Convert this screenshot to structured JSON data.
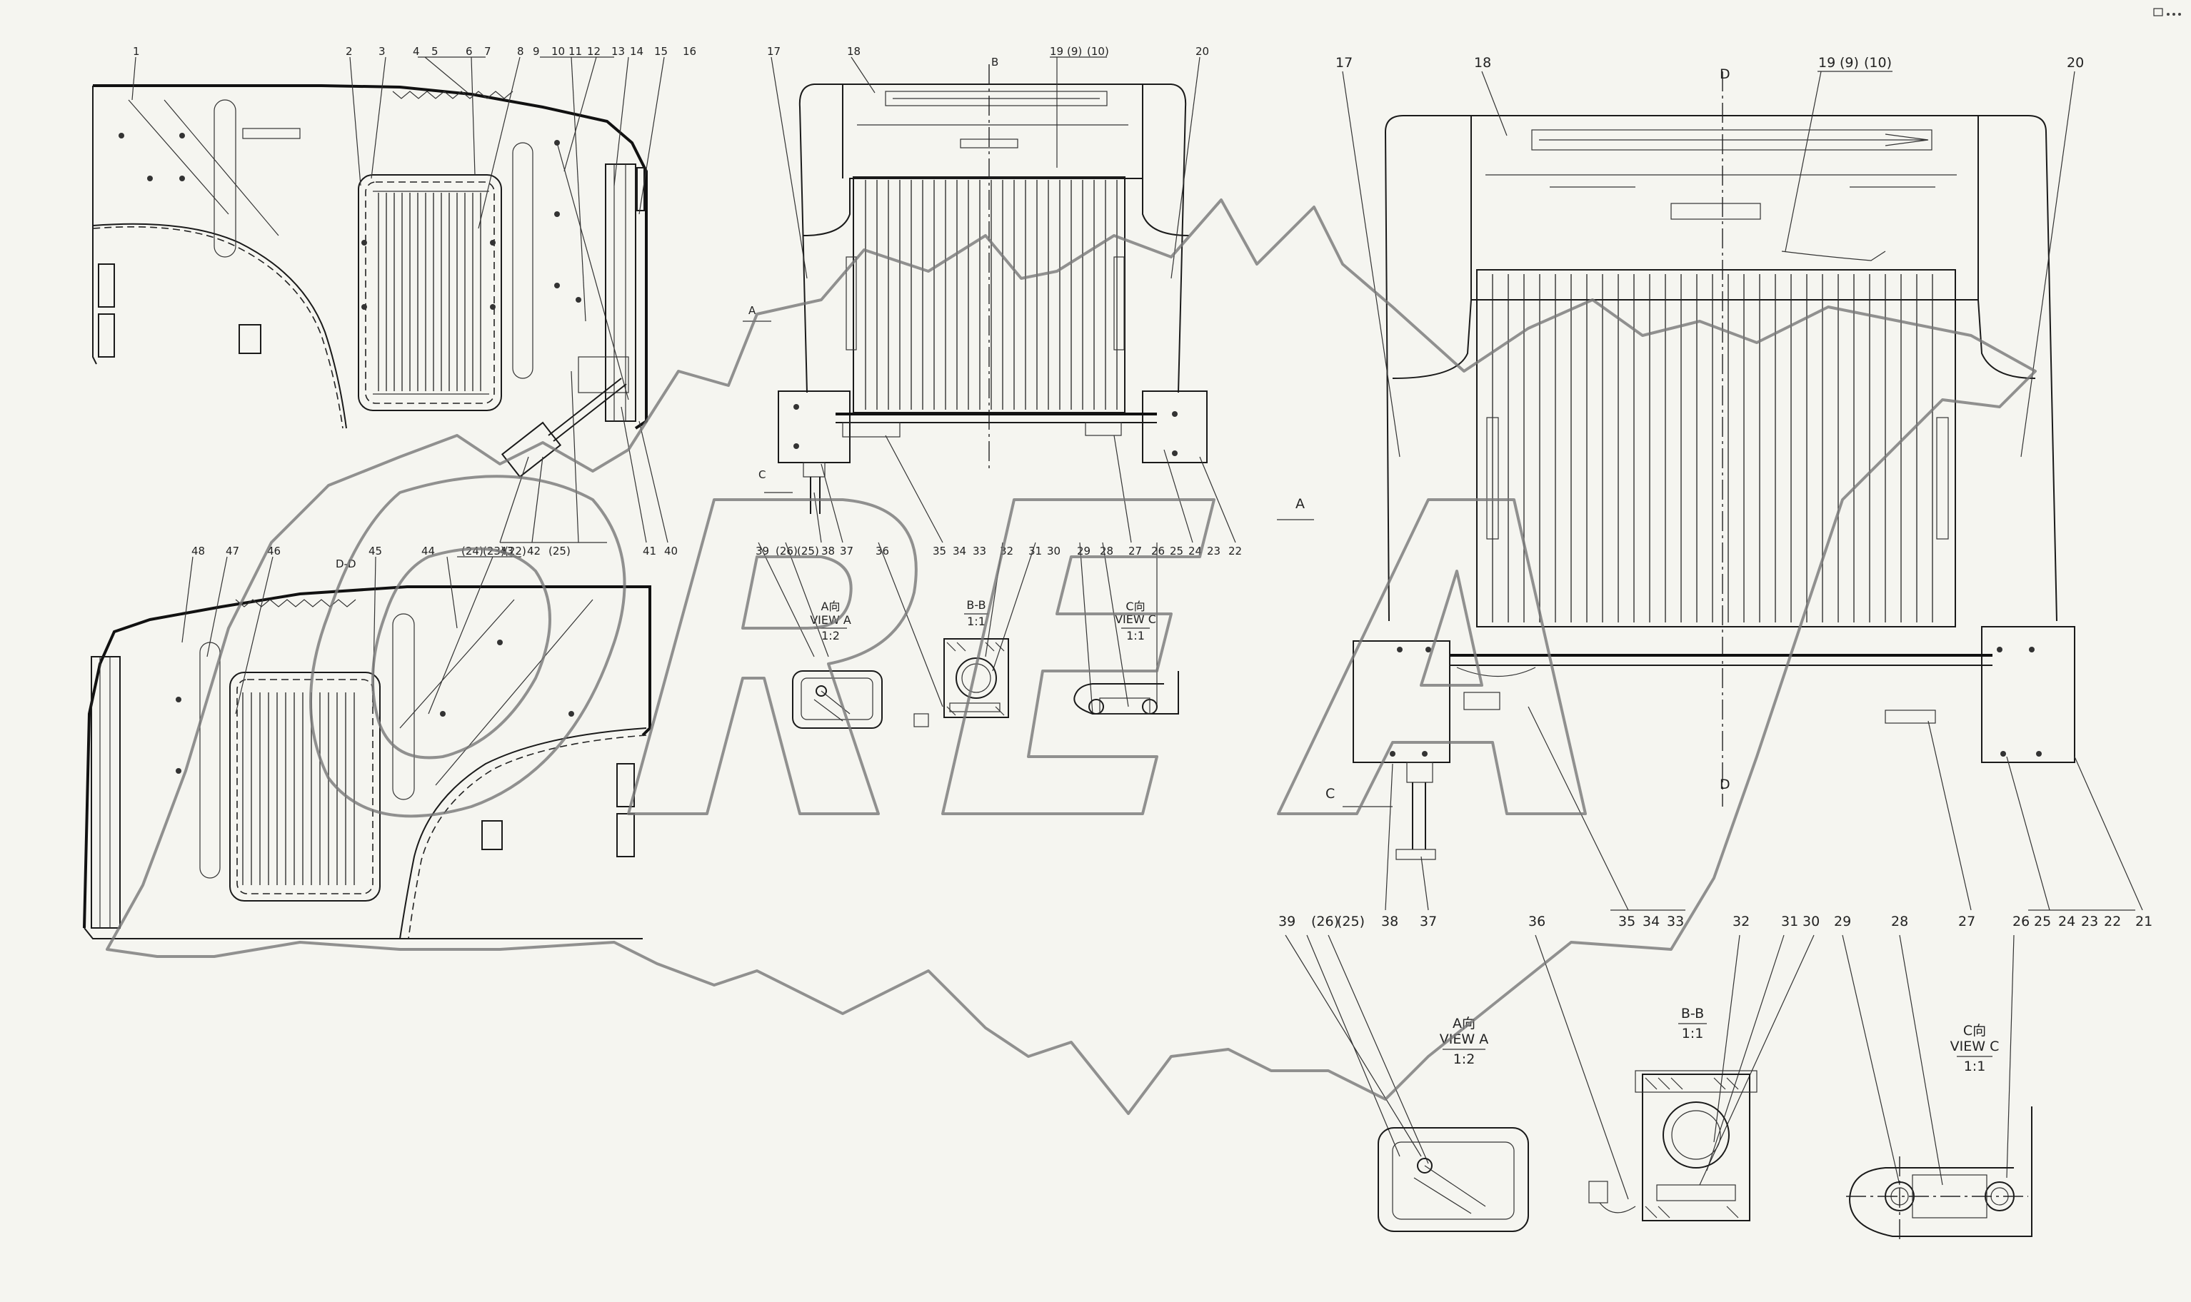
{
  "toolbar": {
    "view_icon": "view-control-icon",
    "menu_glyph": "⋯"
  },
  "views": {
    "side_top": {
      "labels": [
        "1",
        "2",
        "3",
        "4",
        "5",
        "6",
        "7",
        "8",
        "9",
        "10",
        "11",
        "12",
        "13",
        "14",
        "15",
        "16"
      ],
      "bottom_labels": [
        "43",
        "42",
        "(25)",
        "41",
        "40"
      ]
    },
    "side_bottom": {
      "section": "D-D",
      "labels": [
        "48",
        "47",
        "46",
        "45",
        "44",
        "(24)",
        "(23)",
        "(22)"
      ]
    },
    "front_small": {
      "top_labels": [
        "17",
        "18",
        "19",
        "(9)",
        "(10)",
        "20"
      ],
      "section_mark": "B",
      "arrow_a": "A",
      "arrow_c": "C",
      "bottom_labels": [
        "39",
        "(26)",
        "(25)",
        "38",
        "37",
        "36",
        "35",
        "34",
        "33",
        "32",
        "31",
        "30",
        "29",
        "28",
        "27",
        "26",
        "25",
        "24",
        "23",
        "22"
      ]
    },
    "front_large": {
      "top_labels": [
        "17",
        "18",
        "19",
        "(9)",
        "(10)",
        "20"
      ],
      "section_mark": "D",
      "arrow_a": "A",
      "arrow_c": "C",
      "bottom_labels": [
        "38",
        "37",
        "35",
        "34",
        "33",
        "27",
        "26",
        "25",
        "24",
        "23",
        "22",
        "21"
      ],
      "detail_labels": [
        "39",
        "(26)",
        "(25)",
        "36",
        "32",
        "31",
        "30",
        "29",
        "28",
        "26",
        "25"
      ]
    },
    "details": {
      "view_a": {
        "line1": "A向",
        "line2": "VIEW A",
        "scale": "1:2"
      },
      "section_bb": {
        "line1": "B-B",
        "scale": "1:1"
      },
      "view_c": {
        "line1": "C向",
        "line2": "VIEW C",
        "scale": "1:1"
      }
    }
  },
  "watermark": {
    "text": "OREA",
    "brand": "gear-outline"
  }
}
